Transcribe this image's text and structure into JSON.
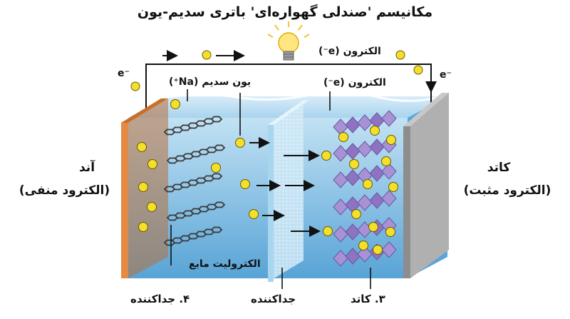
{
  "title": "مکانیسم 'صندلی گهواره‌ای' باتری سدیم-یون",
  "labels": {
    "anode_title": "آند",
    "anode_sub": "(الکترود منفی)",
    "cathode_title": "کاتد",
    "cathode_sub": "(الکترود مثبت)",
    "sodium_ion": "یون سدیم (Na⁺)",
    "electron_top": "الکترون (e⁻)",
    "electron_mid": "الکترون (e⁻)",
    "electrolyte": "الکترولیت مایع",
    "e_minus_left": "e⁻",
    "e_minus_right": "e⁻"
  },
  "bottom_labels": {
    "anode": "۴. جداکننده",
    "separator": "جداکننده",
    "cathode": "۳. کاتد"
  },
  "colors": {
    "electrolyte": "#6fb3de",
    "anode_plate": "#e58a45",
    "cathode_plate": "#a9a9a9",
    "ion": "#f4e02a",
    "crystal": "#9c84c8",
    "graphite": "#3a3a3a"
  }
}
